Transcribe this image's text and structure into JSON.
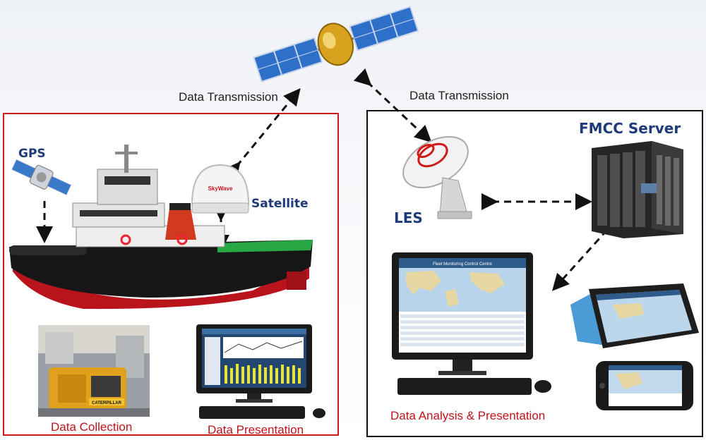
{
  "labels": {
    "transmission_left": "Data Transmission",
    "transmission_right": "Data Transmission",
    "gps": "GPS",
    "satellite": "Satellite",
    "les": "LES",
    "fmcc_server": "FMCC Server",
    "data_collection": "Data Collection",
    "data_presentation": "Data Presentation",
    "data_analysis": "Data Analysis & Presentation"
  },
  "brand": {
    "dome_logo": "SkyWave",
    "engine_logo": "CATERPILLAR",
    "monitor_screen_title": "Fleet Monitoring Control Centre"
  },
  "colors": {
    "title_blue": "#1e3a78",
    "caption_red": "#c0131b",
    "left_frame": "#d01a1a",
    "right_frame": "#111111"
  }
}
